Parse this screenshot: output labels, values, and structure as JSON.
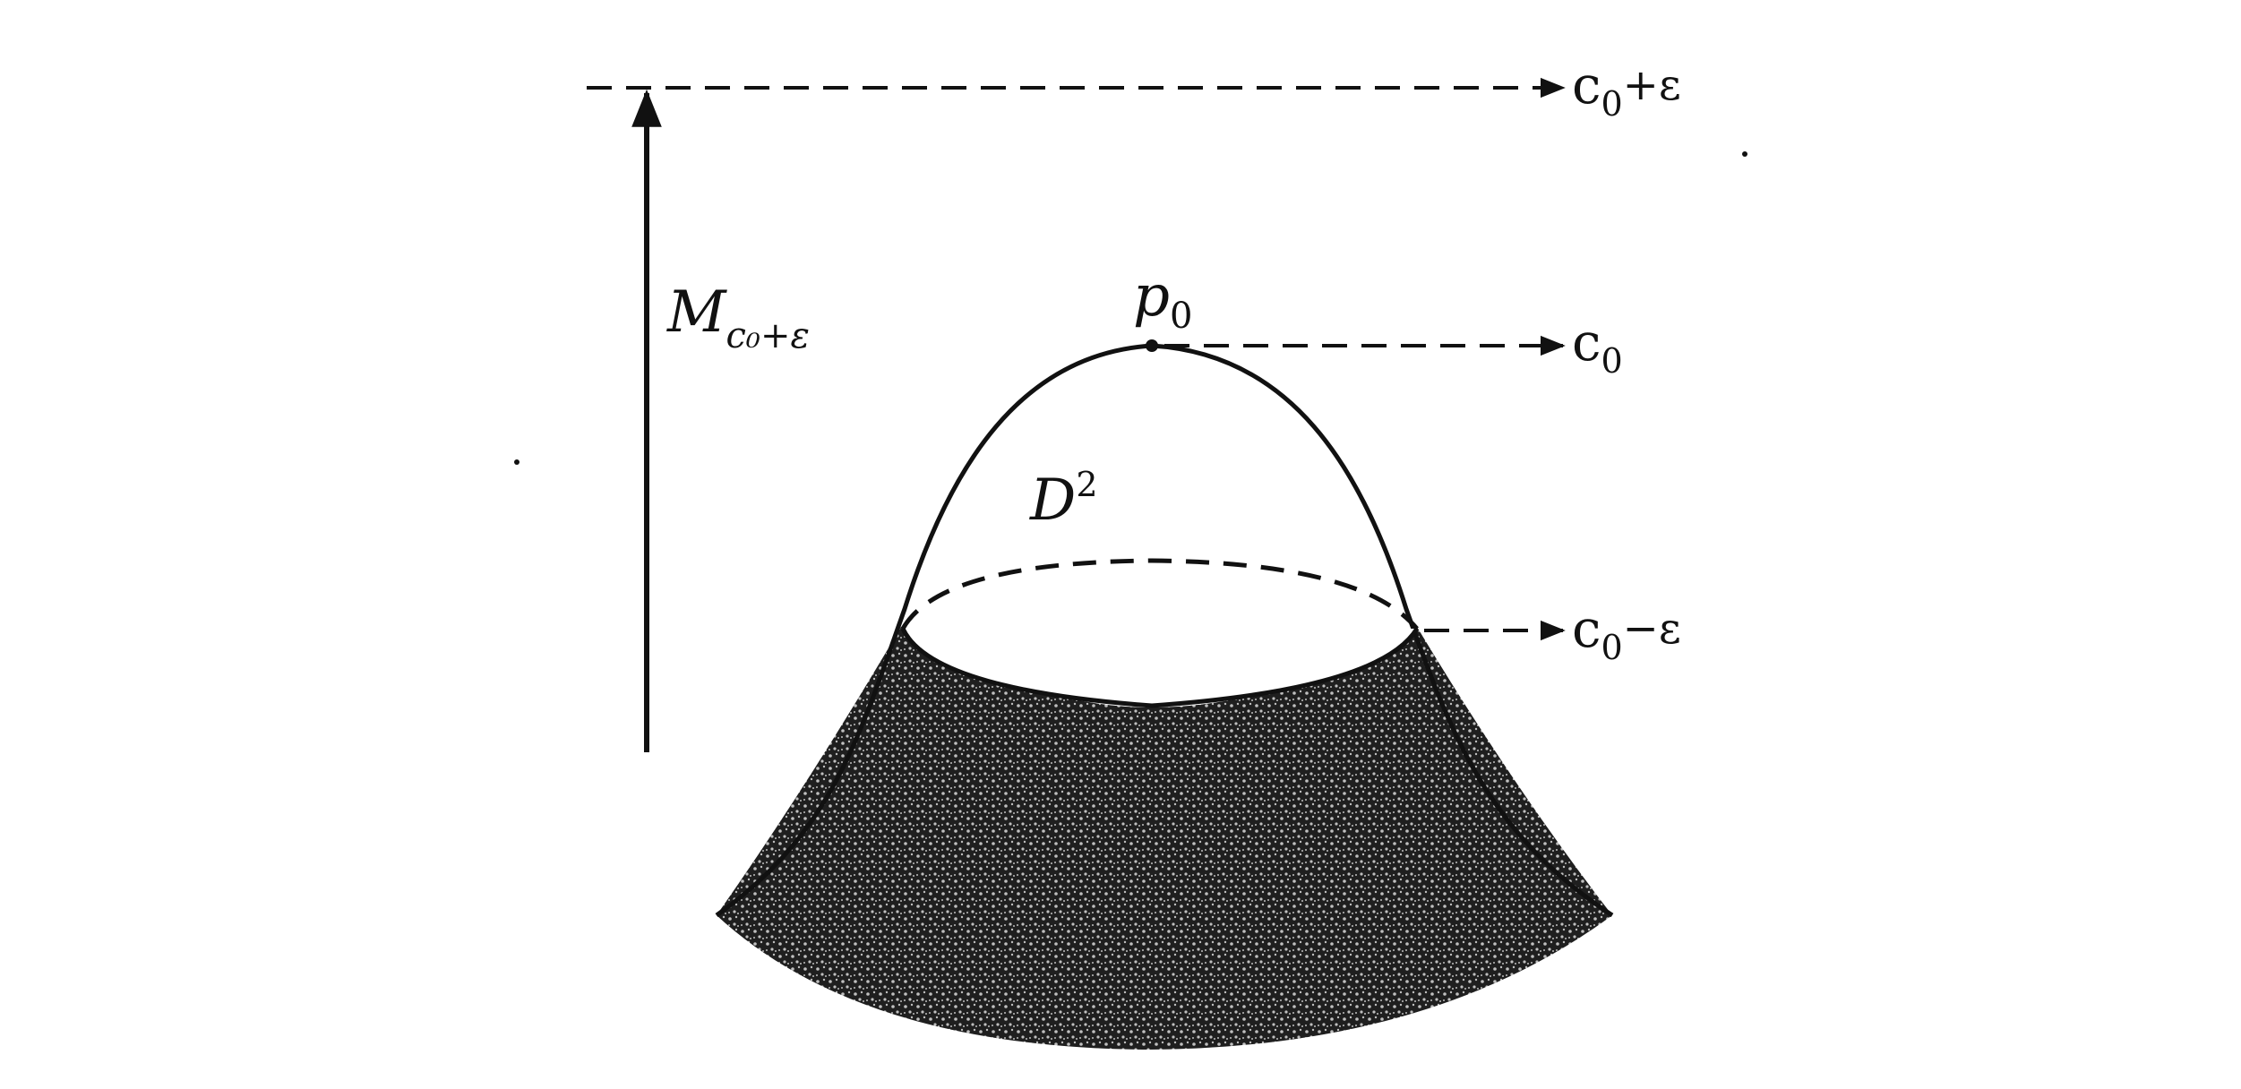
{
  "labels": {
    "manifold_main": "M",
    "manifold_sub": "c₀+ε",
    "point_main": "p",
    "point_sub": "0",
    "disk_main": "D",
    "disk_sup": "2",
    "level_top_main": "c",
    "level_top_sub": "0",
    "level_top_suffix": "+ε",
    "level_mid_main": "c",
    "level_mid_sub": "0",
    "level_low_main": "c",
    "level_low_sub": "0",
    "level_low_suffix": "−ε"
  },
  "colors": {
    "ink": "#111111",
    "background": "#ffffff",
    "shade": "#1a1a1a"
  }
}
